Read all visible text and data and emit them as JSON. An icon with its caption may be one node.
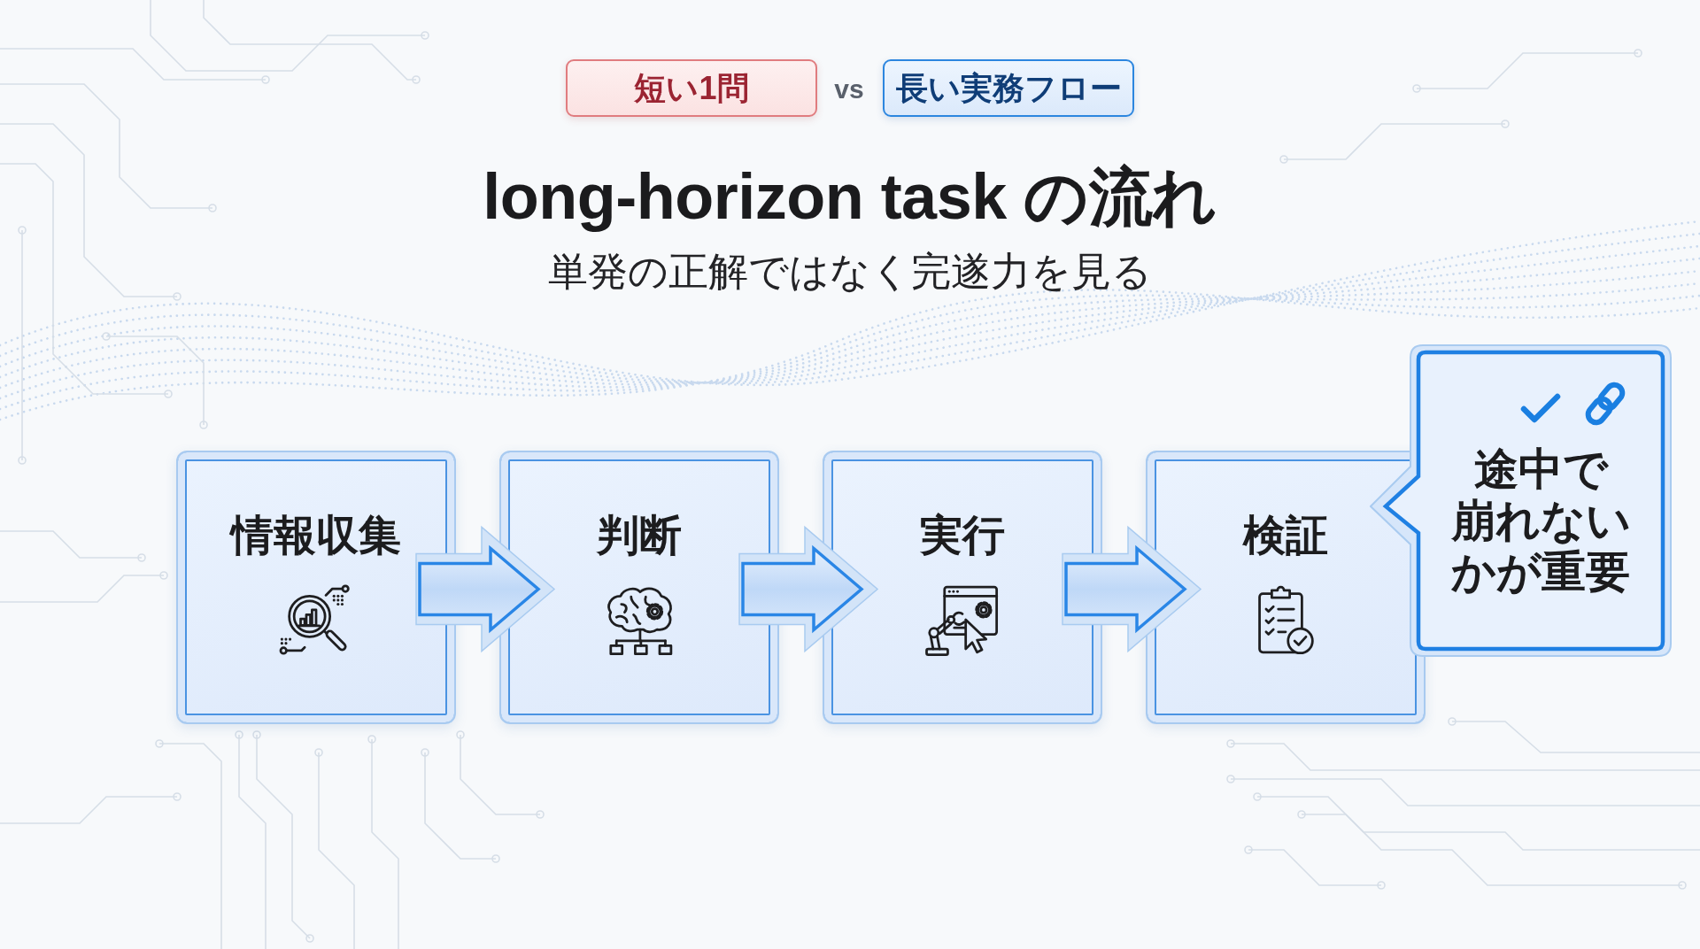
{
  "diagram": {
    "title": "long-horizon task の流れ",
    "nodes": [
      {
        "text": [
          "短い1問"
        ]
      },
      {
        "text": [
          "長い実務フロー"
        ]
      },
      {
        "text": [
          "情報収集"
        ]
      },
      {
        "text": [
          "判断"
        ]
      },
      {
        "text": [
          "実行"
        ]
      },
      {
        "text": [
          "検証"
        ]
      },
      {
        "text": [
          "途中で崩れないかが重要"
        ]
      }
    ],
    "edges": [
      {
        "from": 2,
        "to": 3,
        "arrow": "to"
      },
      {
        "from": 3,
        "to": 4,
        "arrow": "to"
      },
      {
        "from": 4,
        "to": 5,
        "arrow": "to"
      }
    ],
    "labels": [
      "vs",
      "単発の正解ではなく完遂力を見る"
    ]
  }
}
